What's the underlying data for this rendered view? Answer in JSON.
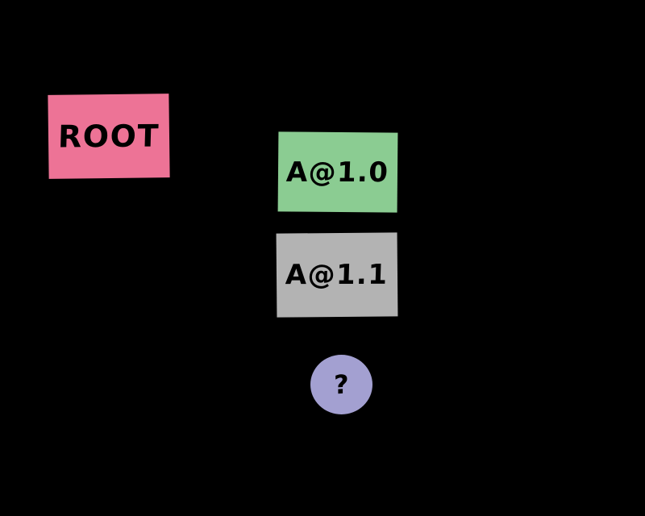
{
  "diagram": {
    "background_color": "#000000",
    "style": "hand-drawn-sketch",
    "nodes": [
      {
        "id": "root",
        "label": "ROOT",
        "shape": "rectangle",
        "fill_color": "#ED7396",
        "text_color": "#000000"
      },
      {
        "id": "a-1-0",
        "label": "A@1.0",
        "shape": "rectangle",
        "fill_color": "#8BCC92",
        "text_color": "#000000"
      },
      {
        "id": "a-1-1",
        "label": "A@1.1",
        "shape": "rectangle",
        "fill_color": "#B3B3B3",
        "text_color": "#000000"
      },
      {
        "id": "unknown",
        "label": "?",
        "shape": "circle",
        "fill_color": "#A3A0D1",
        "text_color": "#000000"
      }
    ],
    "edges": []
  }
}
